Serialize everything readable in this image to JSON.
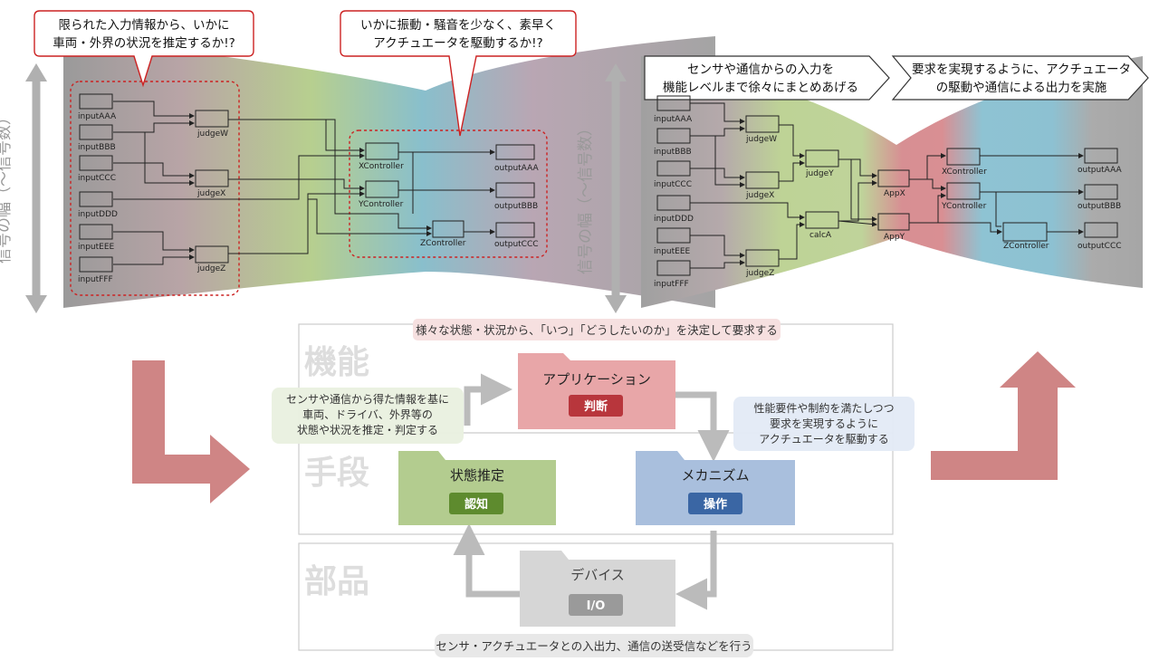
{
  "left_diagram": {
    "axis_label": "信号の幅（～信号数）",
    "callout_left": [
      "限られた入力情報から、いかに",
      "車両・外界の状況を推定するか!?"
    ],
    "callout_right": [
      "いかに振動・騒音を少なく、素早く",
      "アクチュエータを駆動するか!?"
    ],
    "inputs": [
      "inputAAA",
      "inputBBB",
      "inputCCC",
      "inputDDD",
      "inputEEE",
      "inputFFF"
    ],
    "judges": [
      "judgeW",
      "judgeX",
      "judgeZ"
    ],
    "controllers": [
      "XController",
      "YController",
      "ZController"
    ],
    "outputs": [
      "outputAAA",
      "outputBBB",
      "outputCCC"
    ]
  },
  "right_diagram": {
    "axis_label": "信号の幅（～信号数）",
    "banner_left": [
      "センサや通信からの入力を",
      "機能レベルまで徐々にまとめあげる"
    ],
    "banner_right": [
      "要求を実現するように、アクチュエータ",
      "の駆動や通信による出力を実施"
    ],
    "inputs": [
      "inputAAA",
      "inputBBB",
      "inputCCC",
      "inputDDD",
      "inputEEE",
      "inputFFF"
    ],
    "judges": [
      "judgeW",
      "judgeX",
      "judgeY",
      "judgeZ",
      "calcA"
    ],
    "apps": [
      "AppX",
      "AppY"
    ],
    "controllers": [
      "XController",
      "YController",
      "ZController"
    ],
    "outputs": [
      "outputAAA",
      "outputBBB",
      "outputCCC"
    ]
  },
  "layers": {
    "function": "機能",
    "means": "手段",
    "parts": "部品"
  },
  "top_note": "様々な状態・状況から、「いつ」「どうしたいのか」を決定して要求する",
  "bottom_note": "センサ・アクチュエータとの入出力、通信の送受信などを行う",
  "left_note": [
    "センサや通信から得た情報を基に",
    "車両、ドライバ、外界等の",
    "状態や状況を推定・判定する"
  ],
  "right_note": [
    "性能要件や制約を満たしつつ",
    "要求を実現するように",
    "アクチュエータを駆動する"
  ],
  "folders": {
    "application": {
      "title": "アプリケーション",
      "badge": "判断"
    },
    "state": {
      "title": "状態推定",
      "badge": "認知"
    },
    "mechanism": {
      "title": "メカニズム",
      "badge": "操作"
    },
    "device": {
      "title": "デバイス",
      "badge": "I/O"
    }
  },
  "colors": {
    "red_folder": "#e8a6a8",
    "red_badge": "#b8363c",
    "green_folder": "#b3cc8f",
    "green_badge": "#5e8b2e",
    "blue_folder": "#a9bfdd",
    "blue_badge": "#3a66a4",
    "gray_folder": "#d6d6d6",
    "gray_badge": "#9a9a9a",
    "big_arrow": "#cf8585"
  }
}
